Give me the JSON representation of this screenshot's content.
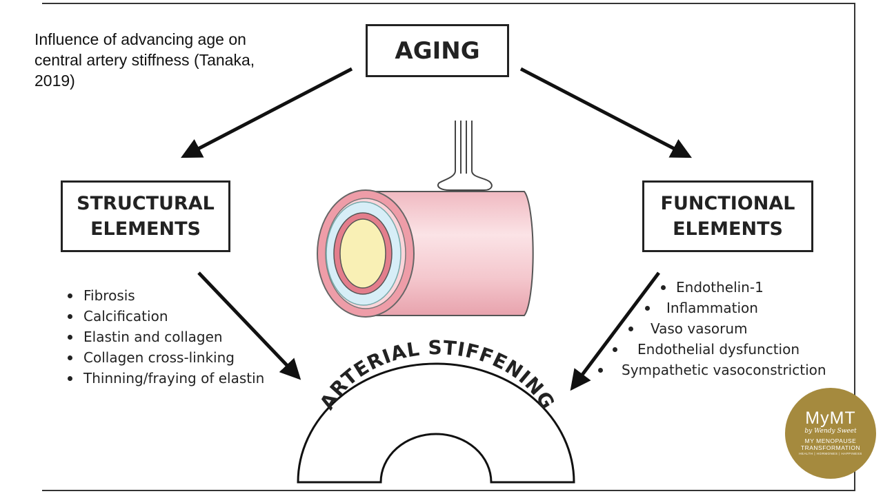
{
  "caption": "Influence of advancing age on central artery stiffness (Tanaka, 2019)",
  "aging_label": "AGING",
  "structural": {
    "line1": "STRUCTURAL",
    "line2": "ELEMENTS",
    "items": [
      "Fibrosis",
      "Calcification",
      "Elastin and collagen",
      "Collagen cross-linking",
      "Thinning/fraying of elastin"
    ]
  },
  "functional": {
    "line1": "FUNCTIONAL",
    "line2": "ELEMENTS",
    "items": [
      "Endothelin-1",
      "Inflammation",
      "Vaso vasorum",
      "Endothelial dysfunction",
      "Sympathetic vasoconstriction"
    ]
  },
  "outcome_label": "ARTERIAL STIFFENING",
  "logo": {
    "name": "MyMT",
    "byline": "by Wendy Sweet",
    "line1": "MY MENOPAUSE",
    "line2": "TRANSFORMATION",
    "tagline": "HEALTH | HORMONES | HAPPINESS"
  },
  "colors": {
    "artery_outer": "#f2c6cc",
    "artery_lumen_ring": "#dff0f8",
    "artery_core": "#f9f0b5",
    "logo_bg": "#a58a3e",
    "ink": "#222222"
  },
  "icons": [
    "arrow-icon",
    "artery-icon"
  ]
}
